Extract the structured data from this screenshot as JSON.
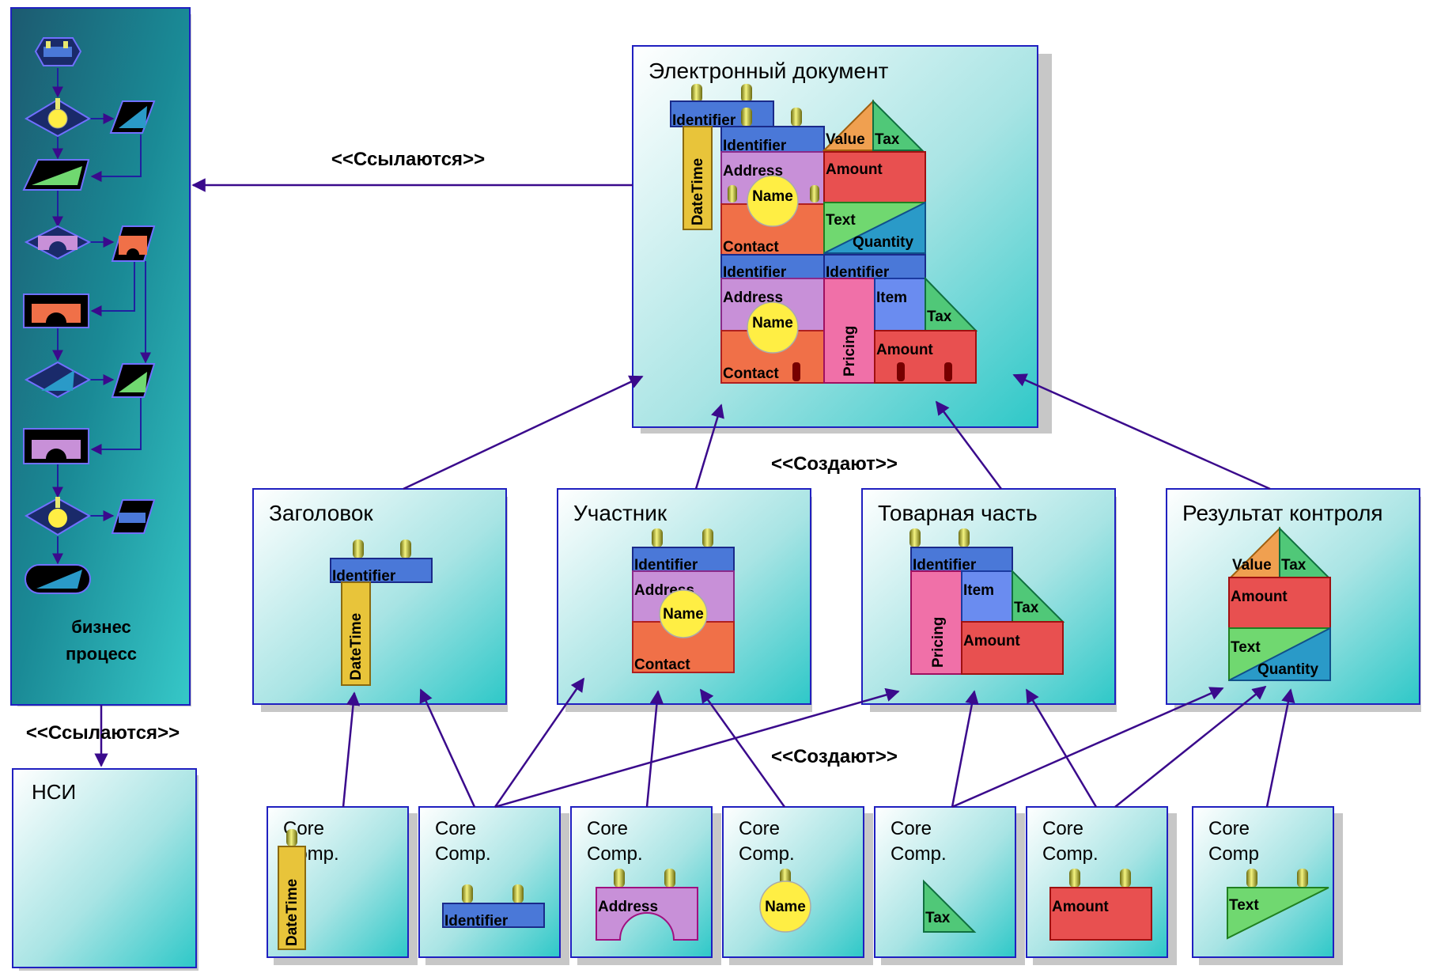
{
  "labels": {
    "business_process": [
      "бизнес",
      "процесс"
    ],
    "ref_top": "<<Ссылаются>>",
    "ref_bottom": "<<Ссылаются>>",
    "create_top": "<<Создают>>",
    "create_bottom": "<<Создают>>"
  },
  "boxes": {
    "document": "Электронный документ",
    "header": "Заголовок",
    "participant": "Участник",
    "goods": "Товарная часть",
    "control": "Результат контроля",
    "nsi": "НСИ"
  },
  "core": {
    "c1": [
      "Core",
      "Comp."
    ],
    "c2": [
      "Core",
      "Comp."
    ],
    "c3": [
      "Core",
      "Comp."
    ],
    "c4": [
      "Core",
      "Comp."
    ],
    "c5": [
      "Core",
      "Comp."
    ],
    "c6": [
      "Core",
      "Comp."
    ],
    "c7": [
      "Core",
      "Comp"
    ]
  },
  "blocks": {
    "identifier": "Identifier",
    "datetime": "DateTime",
    "address": "Address",
    "name": "Name",
    "contact": "Contact",
    "value": "Value",
    "tax": "Tax",
    "amount": "Amount",
    "text": "Text",
    "quantity": "Quantity",
    "item": "Item",
    "pricing": "Pricing"
  },
  "colors": {
    "arrow": "#3a0a8c",
    "identifier": "#4a78d8",
    "datetime": "#e8c43a",
    "address": "#c890d8",
    "contact": "#f07048",
    "name": "#ffee44",
    "amount": "#e85050",
    "text": "#70d870",
    "quantity": "#2a9ac8",
    "pricing": "#f070a8",
    "item": "#6a8cf0",
    "value": "#f0a050",
    "tax": "#50c878"
  }
}
